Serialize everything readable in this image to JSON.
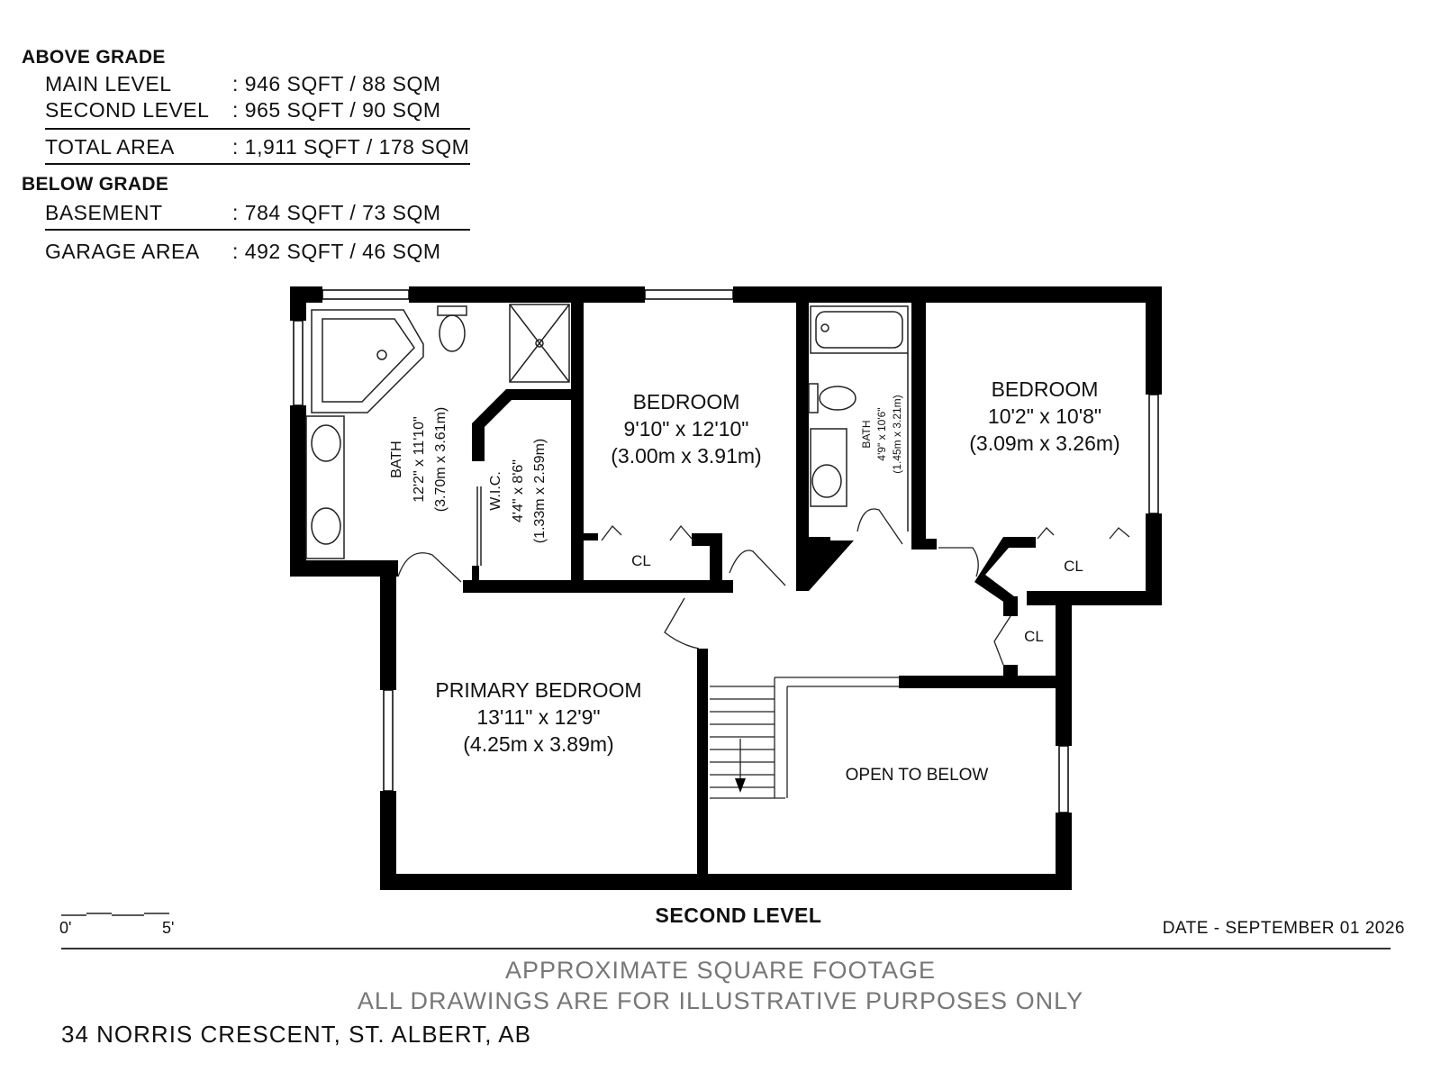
{
  "area_summary": {
    "above_grade": {
      "heading": "ABOVE GRADE",
      "rows": [
        {
          "label": "MAIN LEVEL",
          "value": ": 946 SQFT / 88 SQM"
        },
        {
          "label": "SECOND LEVEL",
          "value": ": 965 SQFT / 90 SQM"
        }
      ],
      "total": {
        "label": "TOTAL AREA",
        "value": ": 1,911 SQFT / 178 SQM"
      }
    },
    "below_grade": {
      "heading": "BELOW GRADE",
      "rows": [
        {
          "label": "BASEMENT",
          "value": ": 784 SQFT / 73 SQM"
        }
      ]
    },
    "garage": {
      "label": "GARAGE AREA",
      "value": ": 492 SQFT / 46 SQM"
    }
  },
  "rooms": {
    "bath_primary": {
      "name": "BATH",
      "dims": "12'2\" x 11'10\"",
      "metric": "(3.70m x 3.61m)"
    },
    "wic": {
      "name": "W.I.C.",
      "dims": "4'4\" x 8'6\"",
      "metric": "(1.33m x 2.59m)"
    },
    "bedroom_1": {
      "name": "BEDROOM",
      "dims": "9'10\" x 12'10\"",
      "metric": "(3.00m x 3.91m)"
    },
    "bath_2": {
      "name": "BATH",
      "dims": "4'9\" x 10'6\"",
      "metric": "(1.45m x 3.21m)"
    },
    "bedroom_2": {
      "name": "BEDROOM",
      "dims": "10'2\" x 10'8\"",
      "metric": "(3.09m x 3.26m)"
    },
    "primary_bedroom": {
      "name": "PRIMARY BEDROOM",
      "dims": "13'11\" x 12'9\"",
      "metric": "(4.25m x 3.89m)"
    },
    "open_to_below": {
      "name": "OPEN TO BELOW"
    },
    "closets": [
      "CL",
      "CL",
      "CL"
    ]
  },
  "scale": {
    "start": "0'",
    "end": "5'"
  },
  "level_title": "SECOND LEVEL",
  "date": "DATE - SEPTEMBER 01 2026",
  "notes": {
    "line1": "APPROXIMATE SQUARE FOOTAGE",
    "line2": "ALL DRAWINGS ARE FOR ILLUSTRATIVE PURPOSES ONLY"
  },
  "address": "34 NORRIS CRESCENT, ST. ALBERT, AB"
}
